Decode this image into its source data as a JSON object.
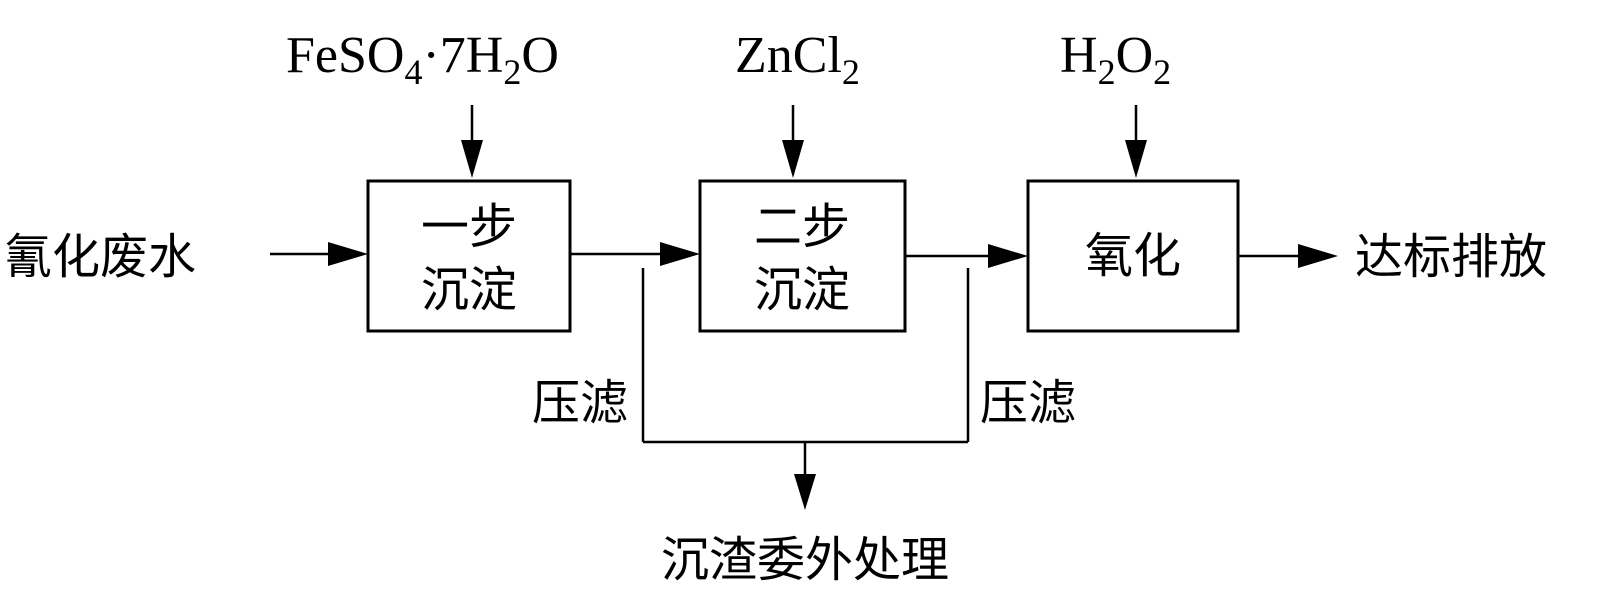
{
  "input": "氰化废水",
  "output": "达标排放",
  "reagents": {
    "r1": {
      "main": "FeSO",
      "sub1": "4",
      "mid": "·7H",
      "sub2": "2",
      "tail": "O"
    },
    "r2": {
      "main": "ZnCl",
      "sub1": "2"
    },
    "r3": {
      "main": "H",
      "sub1": "2",
      "mid": "O",
      "sub2": "2"
    }
  },
  "boxes": {
    "step1": {
      "line1": "一步",
      "line2": "沉淀"
    },
    "step2": {
      "line1": "二步",
      "line2": "沉淀"
    },
    "step3": {
      "line1": "氧化"
    }
  },
  "filter_labels": [
    "压滤",
    "压滤"
  ],
  "residue": "沉渣委外处理"
}
